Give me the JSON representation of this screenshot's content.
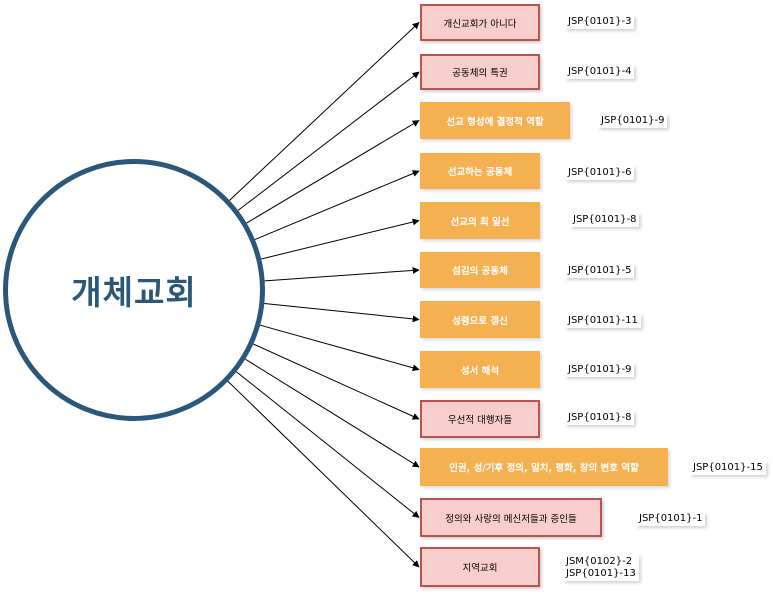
{
  "center": {
    "label": "개체교회"
  },
  "nodes": [
    {
      "label": "개신교회가 아니다",
      "style": "red",
      "refs": [
        "JSP{0101}-3"
      ]
    },
    {
      "label": "공동체의 특권",
      "style": "red",
      "refs": [
        "JSP{0101}-4"
      ]
    },
    {
      "label": "선교 형성에 결정적 역할",
      "style": "orange",
      "refs": [
        "JSP{0101}-9"
      ]
    },
    {
      "label": "선교하는 공동체",
      "style": "orange",
      "refs": [
        "JSP{0101}-6"
      ]
    },
    {
      "label": "선교의 최 일선",
      "style": "orange",
      "refs": [
        "JSP{0101}-8"
      ]
    },
    {
      "label": "섬김의 공동체",
      "style": "orange",
      "refs": [
        "JSP{0101}-5"
      ]
    },
    {
      "label": "성령으로 갱신",
      "style": "orange",
      "refs": [
        "JSP{0101}-11"
      ]
    },
    {
      "label": "성서 해석",
      "style": "orange",
      "refs": [
        "JSP{0101}-9"
      ]
    },
    {
      "label": "우선적 대행자들",
      "style": "red",
      "refs": [
        "JSP{0101}-8"
      ]
    },
    {
      "label": "인권, 성/기후 정의, 일치, 평화, 창의 변호 역할",
      "style": "orange",
      "refs": [
        "JSP{0101}-15"
      ]
    },
    {
      "label": "정의와 사랑의 메신저들과 증인들",
      "style": "red",
      "refs": [
        "JSP{0101}-1"
      ]
    },
    {
      "label": "지역교회",
      "style": "red",
      "refs": [
        "JSM{0102}-2",
        "JSP{0101}-13"
      ]
    }
  ],
  "colors": {
    "hub_border": "#2b587a",
    "red_fill": "#f8cecc",
    "red_border": "#b85450",
    "orange_fill": "#f5b052"
  }
}
